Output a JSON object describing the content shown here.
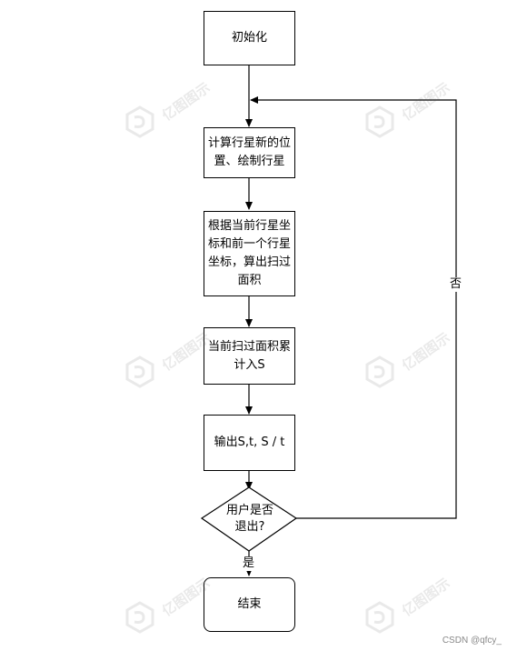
{
  "nodes": {
    "init": "初始化",
    "compute": "计算行星新的位置、绘制行星",
    "area": "根据当前行星坐标和前一个行星坐标，算出扫过面积",
    "accumulate": "当前扫过面积累计入S",
    "output": "输出S,t, S / t",
    "decision": "用户是否退出?",
    "end": "结束"
  },
  "edges": {
    "no_label": "否",
    "yes_label": "是"
  },
  "watermark": {
    "text": "亿图图示"
  },
  "footer": {
    "credit": "CSDN @qfcy_"
  }
}
